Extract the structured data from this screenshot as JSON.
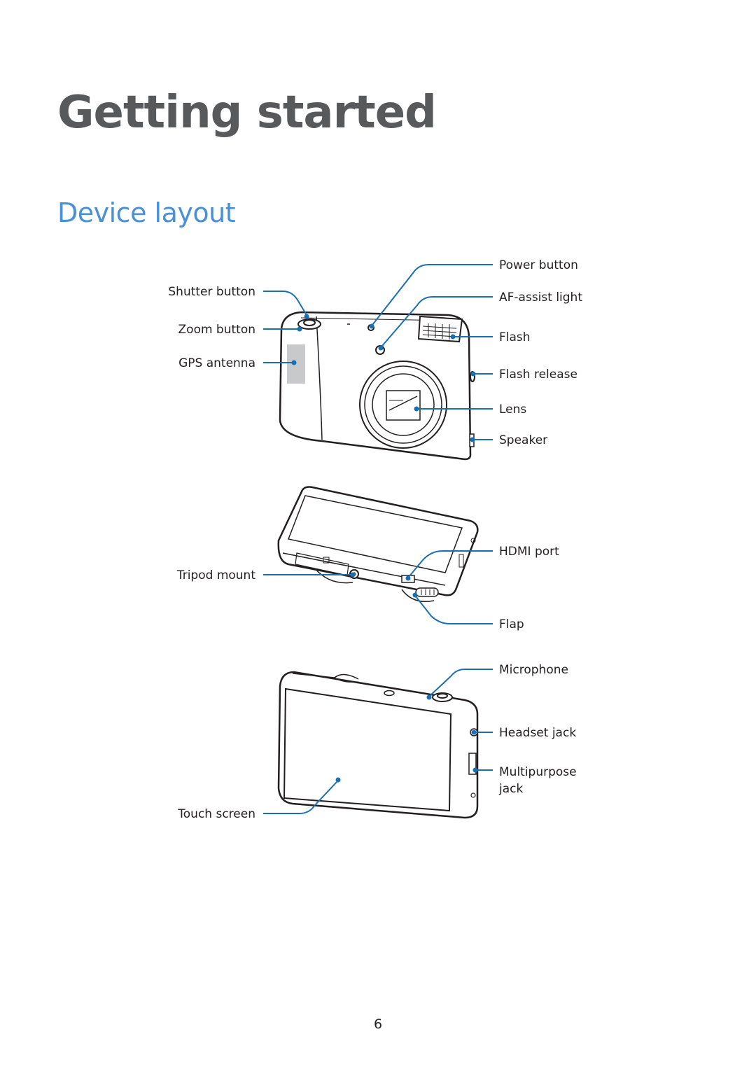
{
  "page": {
    "title": "Getting started",
    "section_title": "Device layout",
    "page_number": "6"
  },
  "front_view": {
    "left_labels": [
      "Shutter button",
      "Zoom button",
      "GPS antenna"
    ],
    "right_labels": [
      "Power button",
      "AF-assist light",
      "Flash",
      "Flash release",
      "Lens",
      "Speaker"
    ]
  },
  "bottom_view": {
    "left_labels": [
      "Tripod mount"
    ],
    "right_labels": [
      "HDMI port",
      "Flap"
    ]
  },
  "back_view": {
    "left_labels": [
      "Touch screen"
    ],
    "right_labels": [
      "Microphone",
      "Headset jack",
      "Multipurpose",
      "jack"
    ]
  },
  "colors": {
    "title": "#58595b",
    "section_title": "#4a90d9",
    "callout_line": "#1a6fb3",
    "outline": "#231f20",
    "gps_patch": "#c8c9cb"
  }
}
